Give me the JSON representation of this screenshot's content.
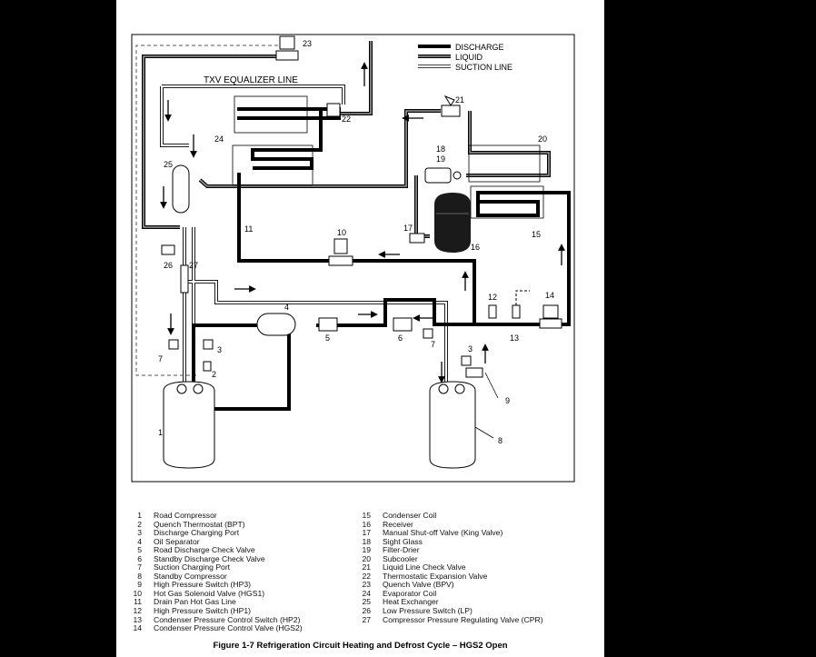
{
  "key": {
    "discharge": "DISCHARGE",
    "liquid": "LIQUID",
    "suction": "SUCTION LINE"
  },
  "txv_equalizer_label": "TXV EQUALIZER LINE",
  "callouts": [
    "23",
    "22",
    "21",
    "24",
    "25",
    "18",
    "19",
    "20",
    "17",
    "16",
    "15",
    "11",
    "10",
    "26",
    "27",
    "4",
    "12",
    "14",
    "13",
    "3",
    "5",
    "6",
    "7",
    "7",
    "3",
    "2",
    "1",
    "8",
    "9"
  ],
  "legend_left": [
    {
      "num": "1",
      "text": "Road Compressor"
    },
    {
      "num": "2",
      "text": "Quench Thermostat (BPT)"
    },
    {
      "num": "3",
      "text": "Discharge Charging Port"
    },
    {
      "num": "4",
      "text": "Oil Separator"
    },
    {
      "num": "5",
      "text": "Road Discharge Check Valve"
    },
    {
      "num": "6",
      "text": "Standby Discharge Check Valve"
    },
    {
      "num": "7",
      "text": "Suction Charging Port"
    },
    {
      "num": "8",
      "text": "Standby Compressor"
    },
    {
      "num": "9",
      "text": "High Pressure Switch (HP3)"
    },
    {
      "num": "10",
      "text": "Hot Gas Solenoid Valve (HGS1)"
    },
    {
      "num": "11",
      "text": "Drain Pan Hot Gas Line"
    },
    {
      "num": "12",
      "text": "High Pressure Switch (HP1)"
    },
    {
      "num": "13",
      "text": "Condenser Pressure Control Switch (HP2)"
    },
    {
      "num": "14",
      "text": "Condenser Pressure Control Valve (HGS2)"
    }
  ],
  "legend_right": [
    {
      "num": "15",
      "text": "Condenser Coil"
    },
    {
      "num": "16",
      "text": "Receiver"
    },
    {
      "num": "17",
      "text": "Manual Shut-off Valve (King Valve)"
    },
    {
      "num": "18",
      "text": "Sight Glass"
    },
    {
      "num": "19",
      "text": "Filter-Drier"
    },
    {
      "num": "20",
      "text": "Subcooler"
    },
    {
      "num": "21",
      "text": "Liquid Line Check Valve"
    },
    {
      "num": "22",
      "text": "Thermostatic Expansion Valve"
    },
    {
      "num": "23",
      "text": "Quench Valve (BPV)"
    },
    {
      "num": "24",
      "text": "Evaporator Coil"
    },
    {
      "num": "25",
      "text": "Heat Exchanger"
    },
    {
      "num": "26",
      "text": "Low Pressure Switch (LP)"
    },
    {
      "num": "27",
      "text": "Compressor Pressure Regulating Valve (CPR)"
    }
  ],
  "caption": "Figure 1-7 Refrigeration Circuit Heating and Defrost Cycle – HGS2 Open"
}
